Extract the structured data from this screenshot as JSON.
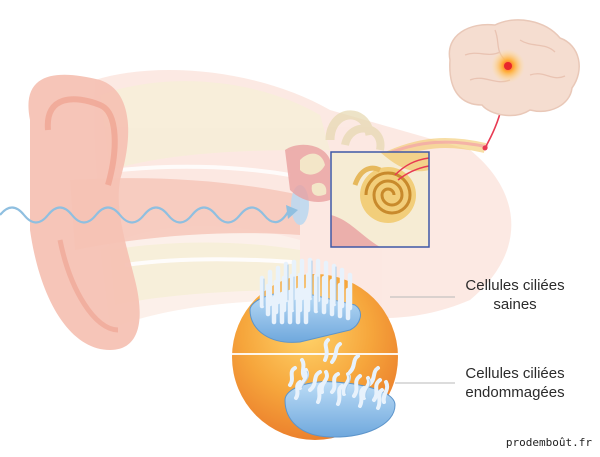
{
  "labels": {
    "healthy_line1": "Cellules ciliées",
    "healthy_line2": "saines",
    "damaged_line1": "Cellules ciliées",
    "damaged_line2": "endommagées"
  },
  "watermark": "prodemboût.fr",
  "colors": {
    "skin": "#f4b9ad",
    "bone": "#f6efdf",
    "wave": "#8fbfe0",
    "nerve": "#e83a52",
    "hair_cells": "#a8cdef",
    "sphere": "#f5a43a",
    "frame": "#3f58a6",
    "brain": "#f4dccd"
  },
  "icons": {
    "ear": "outer-ear-illustration",
    "brain": "brain-illustration",
    "cochlea": "cochlea-icon",
    "sound": "sound-wave"
  }
}
